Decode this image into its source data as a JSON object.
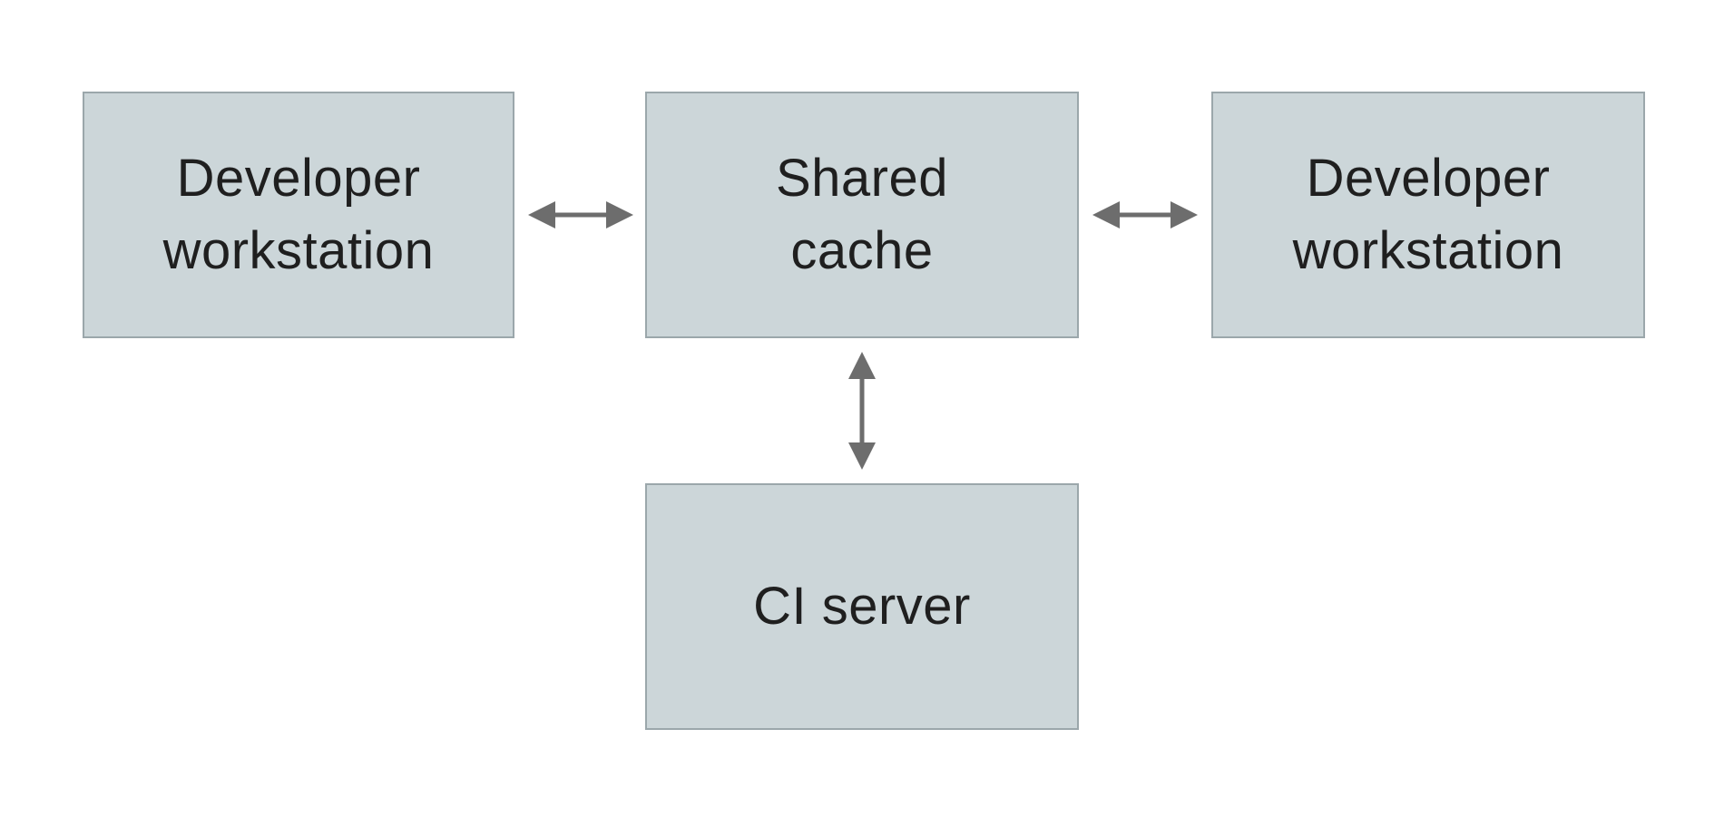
{
  "diagram": {
    "type": "architecture-diagram",
    "nodes": [
      {
        "id": "developer-workstation-left",
        "label": "Developer\nworkstation"
      },
      {
        "id": "shared-cache",
        "label": "Shared\ncache"
      },
      {
        "id": "developer-workstation-right",
        "label": "Developer\nworkstation"
      },
      {
        "id": "ci-server",
        "label": "CI server"
      }
    ],
    "edges": [
      {
        "from": "developer-workstation-left",
        "to": "shared-cache",
        "direction": "bidirectional"
      },
      {
        "from": "shared-cache",
        "to": "developer-workstation-right",
        "direction": "bidirectional"
      },
      {
        "from": "shared-cache",
        "to": "ci-server",
        "direction": "bidirectional"
      }
    ],
    "colors": {
      "node_fill": "#ccd6d9",
      "node_border": "#9ba7ab",
      "arrow": "#6d6d6d",
      "text": "#1f1f1f",
      "background": "#ffffff"
    }
  }
}
